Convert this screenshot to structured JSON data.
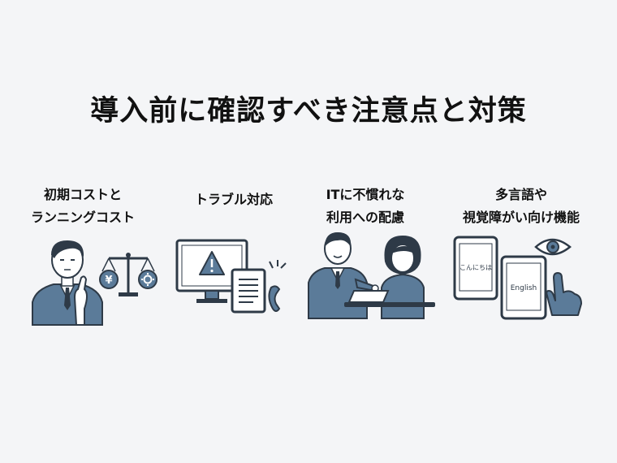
{
  "title": "導入前に確認すべき注意点と対策",
  "items": [
    {
      "line1": "初期コストと",
      "line2": "ランニングコスト",
      "yen": "¥"
    },
    {
      "line1": "トラブル対応"
    },
    {
      "line1": "ITに不慣れな",
      "line2": "利用への配慮"
    },
    {
      "line1": "多言語や",
      "line2": "視覚障がい向け機能",
      "tablet1_text": "こんにちは",
      "tablet2_text": "English"
    }
  ],
  "colors": {
    "primary": "#5b7b99",
    "dark": "#2e3a47",
    "background": "#f4f5f7"
  }
}
